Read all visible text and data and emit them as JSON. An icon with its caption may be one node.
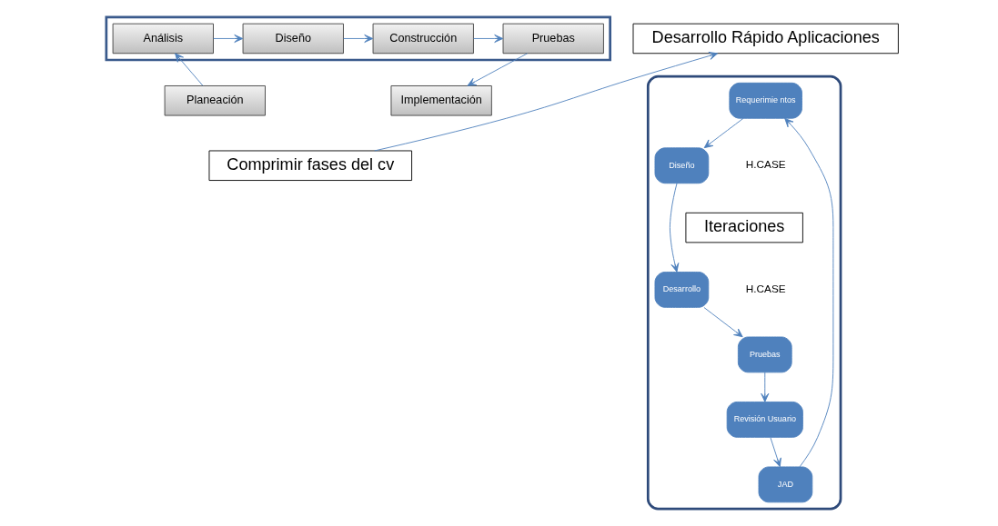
{
  "diagram": {
    "nodes": [
      {
        "text": [
          "Planeación"
        ]
      },
      {
        "text": [],
        "shape": "box"
      },
      {
        "text": [
          "Análisis"
        ],
        "in": 1
      },
      {
        "text": [
          "Diseño"
        ],
        "in": 1
      },
      {
        "text": [
          "Construcción"
        ],
        "in": 1
      },
      {
        "text": [
          "Pruebas"
        ],
        "in": 1
      },
      {
        "text": [
          "Implementación"
        ]
      },
      {
        "text": [
          "Comprimir fases del cv"
        ]
      },
      {
        "text": [
          "Desarrollo Rápido Aplicaciones"
        ]
      },
      {
        "text": [],
        "shape": "hexagon"
      },
      {
        "text": [
          "Requerimie ntos"
        ],
        "in": 9
      },
      {
        "text": [
          "Diseño"
        ],
        "in": 9
      },
      {
        "text": [
          "Desarrollo"
        ],
        "in": 9
      },
      {
        "text": [
          "Pruebas"
        ],
        "in": 9
      },
      {
        "text": [
          "Revisión Usuario"
        ],
        "in": 9
      },
      {
        "text": [
          "JAD"
        ],
        "in": 9
      },
      {
        "text": [
          "Iteraciones"
        ],
        "in": 9
      }
    ],
    "edges": [
      {
        "from": 0,
        "to": 2,
        "arrow": "to"
      },
      {
        "from": 2,
        "to": 3,
        "arrow": "to"
      },
      {
        "from": 3,
        "to": 4,
        "arrow": "to"
      },
      {
        "from": 4,
        "to": 5,
        "arrow": "to"
      },
      {
        "from": 5,
        "to": 6,
        "arrow": "to"
      },
      {
        "from": 7,
        "to": 8,
        "arrow": "to"
      },
      {
        "from": 15,
        "to": 10,
        "arrow": "to"
      },
      {
        "from": 10,
        "to": 11,
        "arrow": "to"
      },
      {
        "from": 11,
        "to": 12,
        "arrow": "to"
      },
      {
        "from": 12,
        "to": 13,
        "arrow": "to"
      },
      {
        "from": 13,
        "to": 14,
        "arrow": "to"
      },
      {
        "from": 14,
        "to": 15,
        "arrow": "to"
      }
    ],
    "labels": [
      "H.CASE",
      "H.CASE"
    ]
  }
}
